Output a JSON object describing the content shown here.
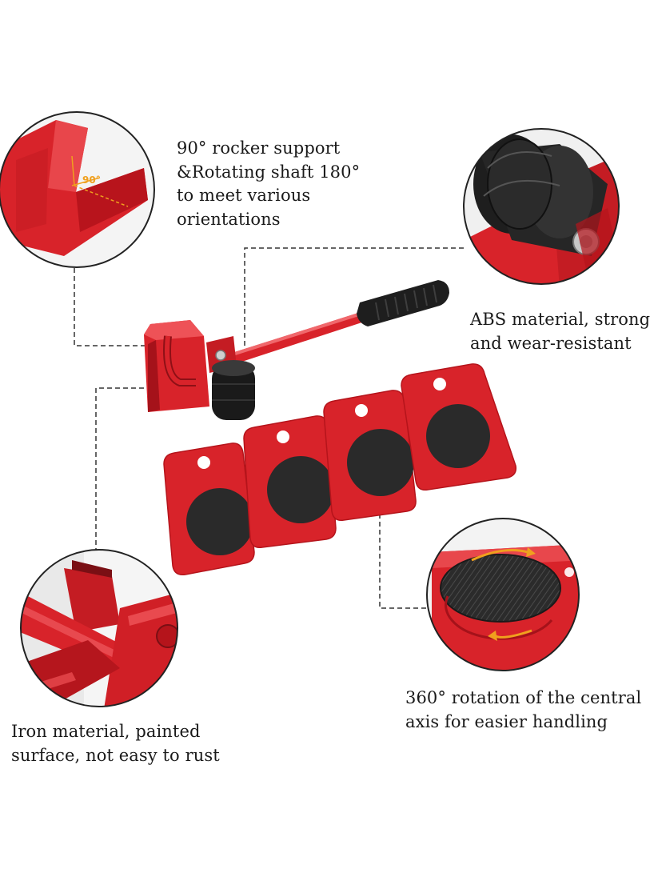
{
  "captions": {
    "rocker": [
      "90° rocker support",
      "&Rotating shaft 180°",
      "to meet various",
      "orientations"
    ],
    "abs": [
      "ABS material, strong",
      "and wear-resistant"
    ],
    "rotation": [
      "360° rotation of the central",
      "axis for easier handling"
    ],
    "iron": [
      "Iron material, painted",
      "surface, not easy to rust"
    ]
  },
  "angle_badge": "90°",
  "colors": {
    "product_red": "#d8232a",
    "product_red_dark": "#a5121a",
    "pad_black": "#2a2a2a",
    "arrow_orange": "#f0a01e",
    "leader_line": "#333333"
  }
}
